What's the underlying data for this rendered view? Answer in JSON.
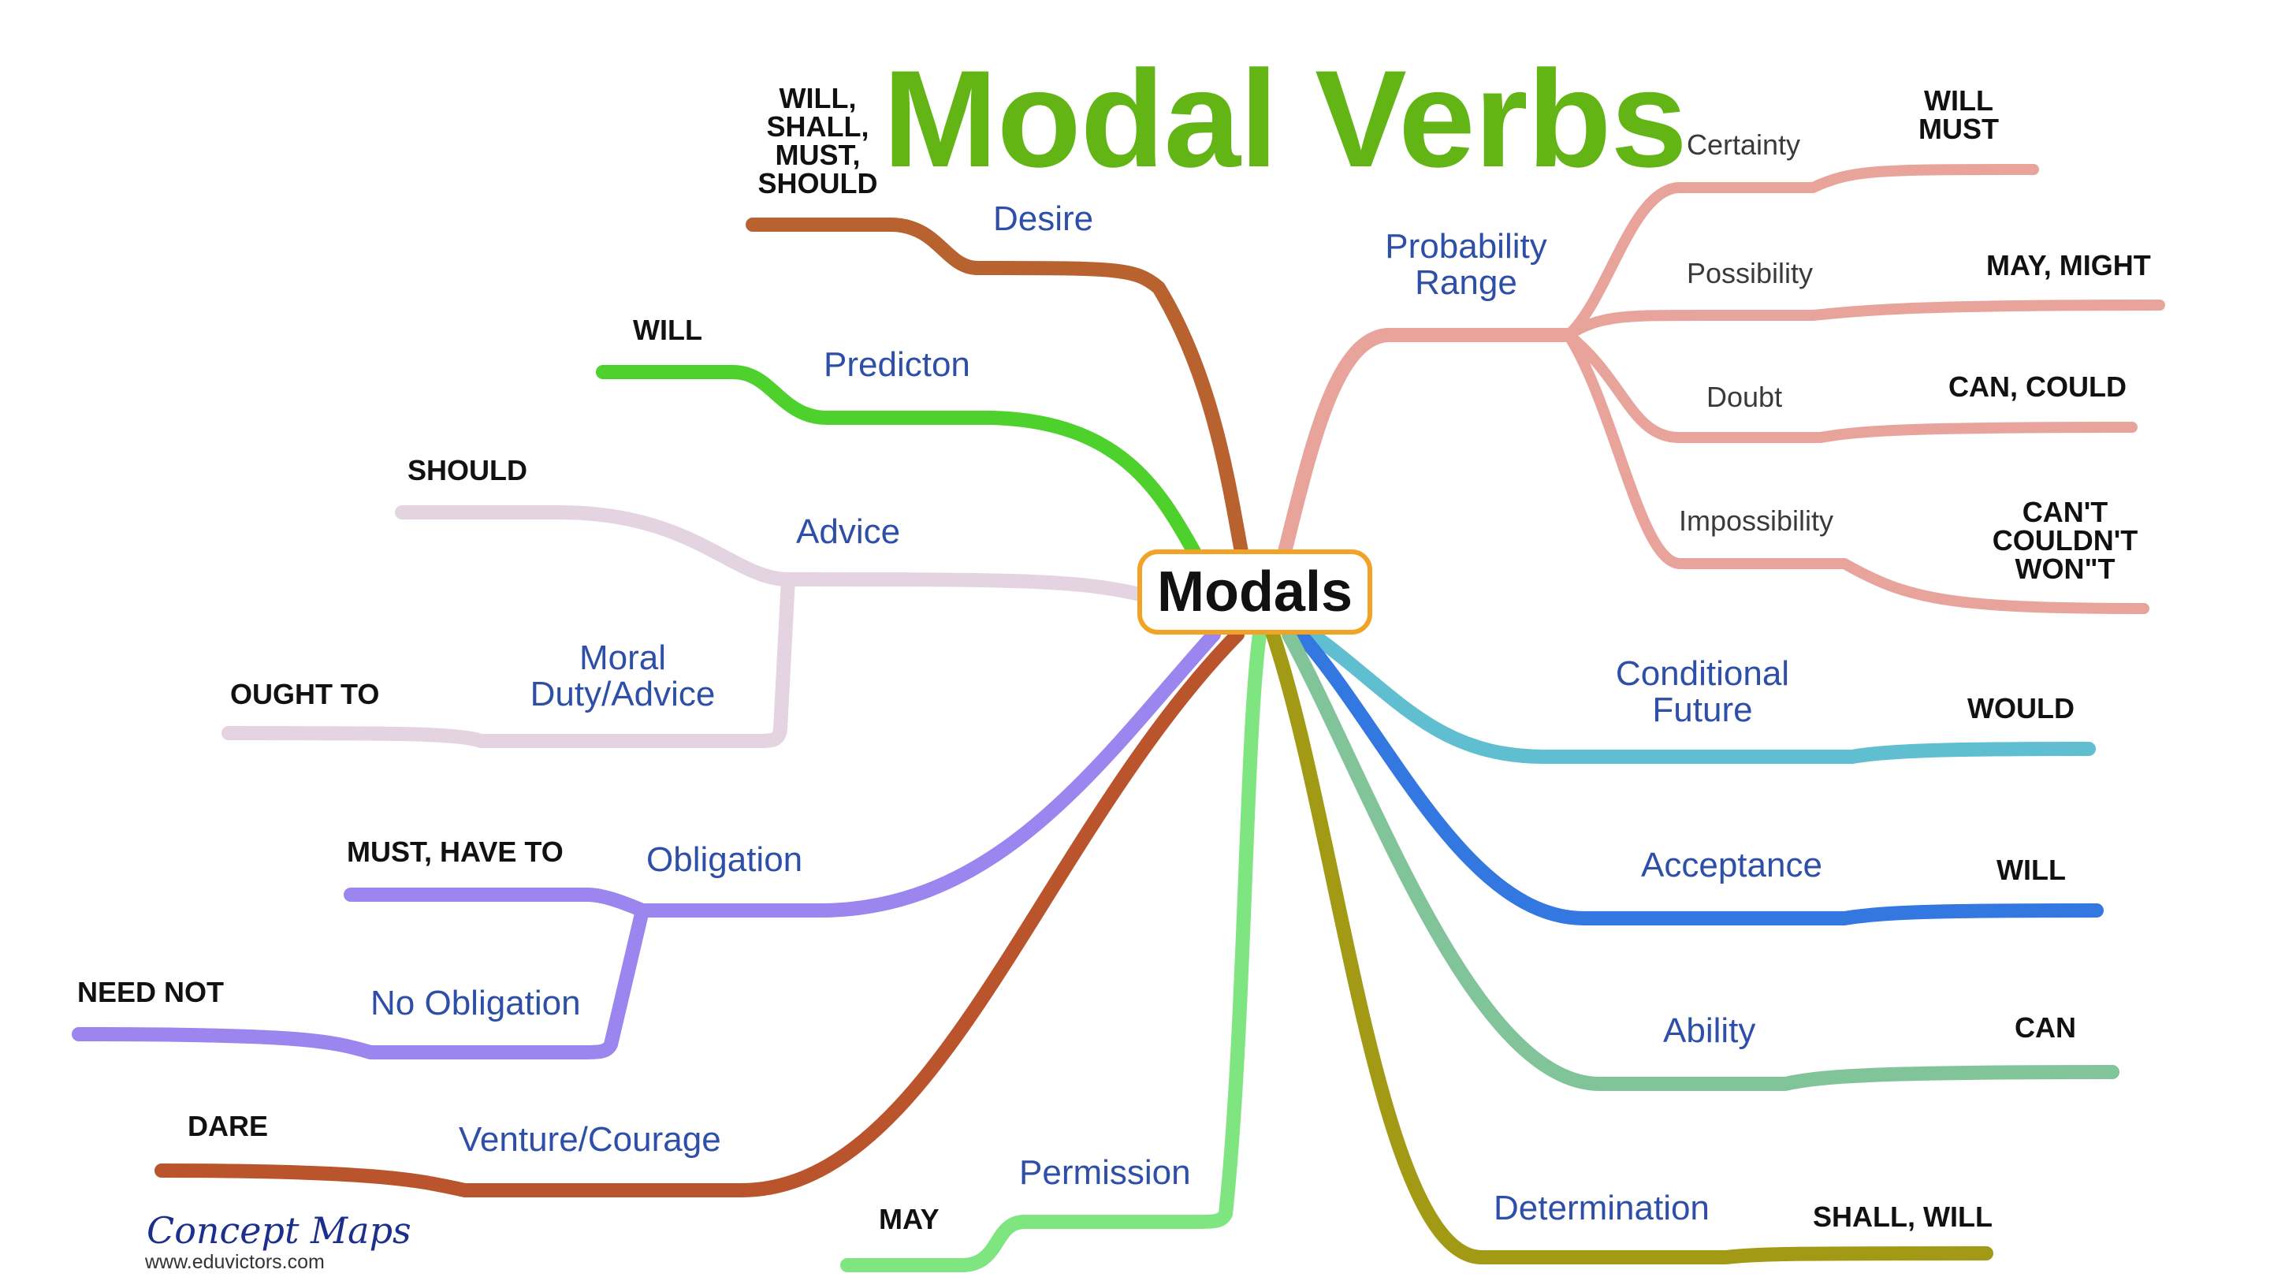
{
  "title": "Modal Verbs",
  "center": "Modals",
  "branches": [
    {
      "label": "Desire",
      "color": "#b8622f",
      "modals": "WILL, SHALL, MUST, SHOULD"
    },
    {
      "label": "Predicton",
      "color": "#4fd12d",
      "modals": "WILL"
    },
    {
      "label": "Advice",
      "color": "#e4d4e2",
      "modals": "SHOULD",
      "sub": {
        "label": "Moral Duty/Advice",
        "modals": "OUGHT TO"
      }
    },
    {
      "label": "Obligation",
      "color": "#9b85ee",
      "modals": "MUST, HAVE TO",
      "sub": {
        "label": "No Obligation",
        "modals": "NEED NOT"
      }
    },
    {
      "label": "Venture/Courage",
      "color": "#b9542c",
      "modals": "DARE"
    },
    {
      "label": "Permission",
      "color": "#7fe580",
      "modals": "MAY"
    },
    {
      "label": "Probability Range",
      "color": "#e8a39a",
      "subs": [
        {
          "label": "Certainty",
          "modals": "WILL MUST"
        },
        {
          "label": "Possibility",
          "modals": "MAY, MIGHT"
        },
        {
          "label": "Doubt",
          "modals": "CAN, COULD"
        },
        {
          "label": "Impossibility",
          "modals": "CAN'T COULDN'T WON\"T"
        }
      ]
    },
    {
      "label": "Conditional Future",
      "color": "#5fbed0",
      "modals": "WOULD"
    },
    {
      "label": "Acceptance",
      "color": "#3377e0",
      "modals": "WILL"
    },
    {
      "label": "Ability",
      "color": "#82c49a",
      "modals": "CAN"
    },
    {
      "label": "Determination",
      "color": "#a29a14",
      "modals": "SHALL, WILL"
    }
  ],
  "footer": {
    "brand": "Concept Maps",
    "url": "www.eduvictors.com"
  }
}
